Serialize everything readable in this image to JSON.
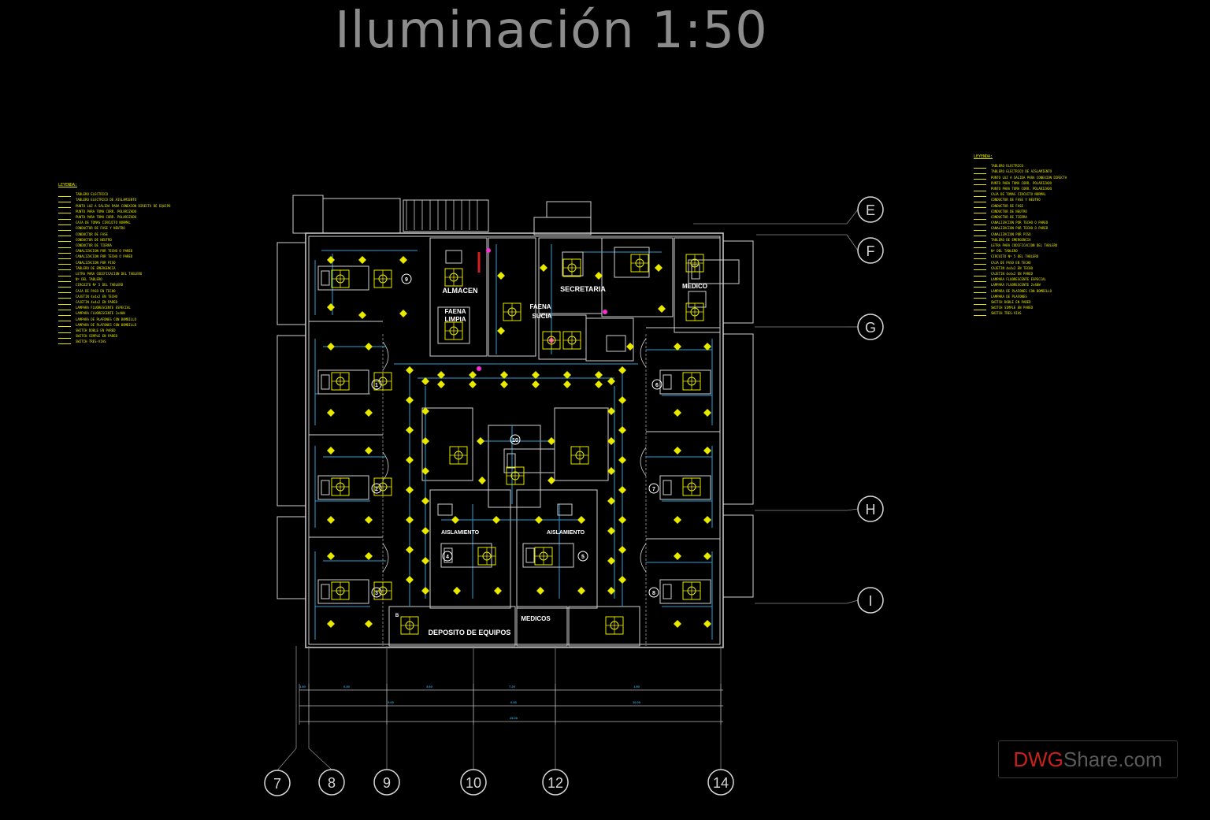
{
  "title": "Iluminación 1:50",
  "grid_labels": {
    "rows": [
      "E",
      "F",
      "G",
      "H",
      "I"
    ],
    "cols": [
      "7",
      "8",
      "9",
      "10",
      "12",
      "14"
    ]
  },
  "rooms": {
    "almacen": "ALMACEN",
    "faena_limpia": [
      "FAENA",
      "LIMPIA"
    ],
    "faena_sucia": [
      "FAENA",
      "SUCIA"
    ],
    "secretaria": "SECRETARIA",
    "medico": "MEDICO",
    "aislamiento_4": "AISLAMIENTO",
    "aislamiento_5": "AISLAMIENTO",
    "deposito": "DEPOSITO DE EQUIPOS",
    "medicos": "MEDICOS",
    "banos": "B"
  },
  "bed_numbers": [
    "1",
    "2",
    "3",
    "4",
    "5",
    "6",
    "7",
    "8",
    "9",
    "10"
  ],
  "legend_left": {
    "heading": "LEYENDA:",
    "items": [
      "TABLERO ELECTRICO",
      "TABLERO ELECTRICO DE AISLAMIENTO",
      "PUNTO LUZ A SALIDA PARA CONEXION DIRECTA DE EQUIPO",
      "PUNTO PARA TOMA CORR. POLARIZADO",
      "PUNTO PARA TOMA CORR. POLARIZADO",
      "CAJA DE TOMAS CIRCUITO NORMAL",
      "CONDUCTOR DE FASE Y NEUTRO",
      "CONDUCTOR DE FASE",
      "CONDUCTOR DE NEUTRO",
      "CONDUCTOR DE TIERRA",
      "CANALIZACION POR TECHO O PARED",
      "CANALIZACION POR TECHO O PARED",
      "CANALIZACION POR PISO",
      "TABLERO DE EMERGENCIA",
      "LETRA PARA CODIFICACION DEL TABLERO",
      "Nº DEL TABLERO",
      "CIRCUITO Nº 5 DEL TABLERO",
      "CAJA DE PASO EN TECHO",
      "CAJETIN 4x4x2 EN TECHO",
      "CAJETIN 4x4x2 EN PARED",
      "LAMPARA FLUORESCENTE ESPECIAL",
      "LAMPARA FLUORESCENTE 2x40W",
      "LAMPARA DE PLAFONES CON BOMBILLO",
      "LAMPARA DE PLAFONES CON BOMBILLO",
      "SWITCH DOBLE EN PARED",
      "SWITCH SIMPLE EN PARED",
      "SWITCH TRES-VIAS"
    ]
  },
  "legend_right": {
    "heading": "LEYENDA:",
    "items": [
      "TABLERO ELECTRICO",
      "TABLERO ELECTRICO DE AISLAMIENTO",
      "PUNTO LUZ A SALIDA PARA CONEXION DIRECTA",
      "PUNTO PARA TOMA CORR. POLARIZADO",
      "PUNTO PARA TOMA CORR. POLARIZADO",
      "CAJA DE TOMAS CIRCUITO NORMAL",
      "CONDUCTOR DE FASE Y NEUTRO",
      "CONDUCTOR DE FASE",
      "CONDUCTOR DE NEUTRO",
      "CONDUCTOR DE TIERRA",
      "CANALIZACION POR TECHO O PARED",
      "CANALIZACION POR TECHO O PARED",
      "CANALIZACION POR PISO",
      "TABLERO DE EMERGENCIA",
      "LETRA PARA CODIFICACION DEL TABLERO",
      "Nº DEL TABLERO",
      "CIRCUITO Nº 5 DEL TABLERO",
      "CAJA DE PASO EN TECHO",
      "CAJETIN 4x4x2 EN TECHO",
      "CAJETIN 4x4x2 EN PARED",
      "LAMPARA FLUORESCENTE ESPECIAL",
      "LAMPARA FLUORESCENTE 2x40W",
      "LAMPARA DE PLAFONES CON BOMBILLO",
      "LAMPARA DE PLAFONES",
      "SWITCH DOBLE EN PARED",
      "SWITCH SIMPLE EN PARED",
      "SWITCH TRES-VIAS"
    ]
  },
  "dimensions": {
    "row1": [
      "1.80",
      "6.30",
      "3.60",
      "7.20",
      "1.50"
    ],
    "row2": [
      "5.00",
      "6.00",
      "10.00"
    ],
    "row3": [
      "25.00"
    ]
  },
  "watermark": {
    "part1": "DWG",
    "part2": "Share.com"
  },
  "colors": {
    "fixture": "#e8e800",
    "wire": "#2aa0d8",
    "wall": "#cfcfcf",
    "title": "#8c8c8c",
    "watermark_red": "#c8201c",
    "accent": "#ff2bd6"
  }
}
